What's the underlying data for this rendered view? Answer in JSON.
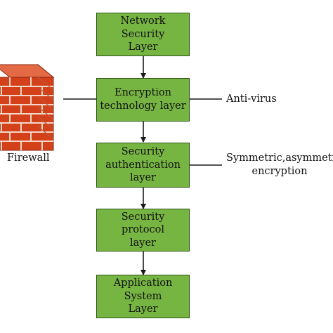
{
  "diagram": {
    "layers": [
      "Network Security\nLayer",
      "Encryption\ntechnology layer",
      "Security\nauthentication\nlayer",
      "Security protocol\nlayer",
      "Application System\nLayer"
    ],
    "labels": {
      "firewall": "Firewall",
      "antivirus": "Anti-virus",
      "symmetric": "Symmetric,asymmetric\nencryption"
    },
    "colors": {
      "box_fill": "#77b543",
      "box_border": "#2f5218",
      "line": "#1a1a1a",
      "brick": "#d4401a",
      "brick_side": "#8a2a10",
      "mortar": "#f3d7c8"
    },
    "icons": {
      "firewall": "brick-wall-icon"
    }
  }
}
